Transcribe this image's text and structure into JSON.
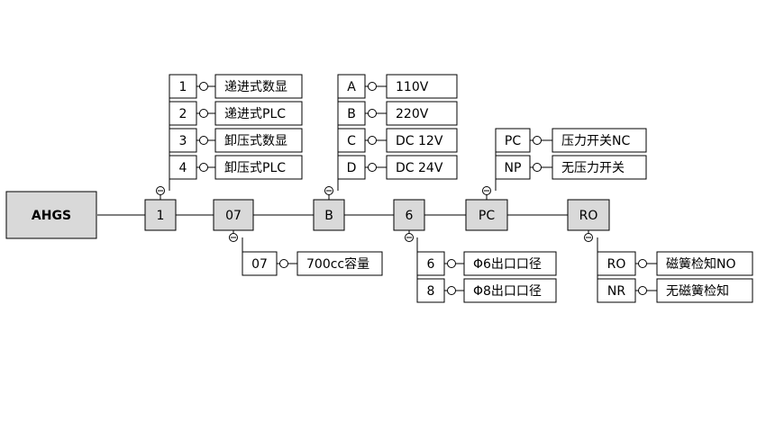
{
  "model": "AHGS",
  "main_chain": [
    "1",
    "07",
    "B",
    "6",
    "PC",
    "RO"
  ],
  "display_options": [
    {
      "code": "1",
      "label": "递进式数显"
    },
    {
      "code": "2",
      "label": "递进式PLC"
    },
    {
      "code": "3",
      "label": "卸压式数显"
    },
    {
      "code": "4",
      "label": "卸压式PLC"
    }
  ],
  "capacity_options": [
    {
      "code": "07",
      "label": "700cc容量"
    }
  ],
  "voltage_options": [
    {
      "code": "A",
      "label": "110V"
    },
    {
      "code": "B",
      "label": "220V"
    },
    {
      "code": "C",
      "label": "DC 12V"
    },
    {
      "code": "D",
      "label": "DC 24V"
    }
  ],
  "outlet_options": [
    {
      "code": "6",
      "label": "Φ6出口口径"
    },
    {
      "code": "8",
      "label": "Φ8出口口径"
    }
  ],
  "pressure_options": [
    {
      "code": "PC",
      "label": "压力开关NC"
    },
    {
      "code": "NP",
      "label": "无压力开关"
    }
  ],
  "reed_options": [
    {
      "code": "RO",
      "label": "磁簧检知NO"
    },
    {
      "code": "NR",
      "label": "无磁簧检知"
    }
  ]
}
